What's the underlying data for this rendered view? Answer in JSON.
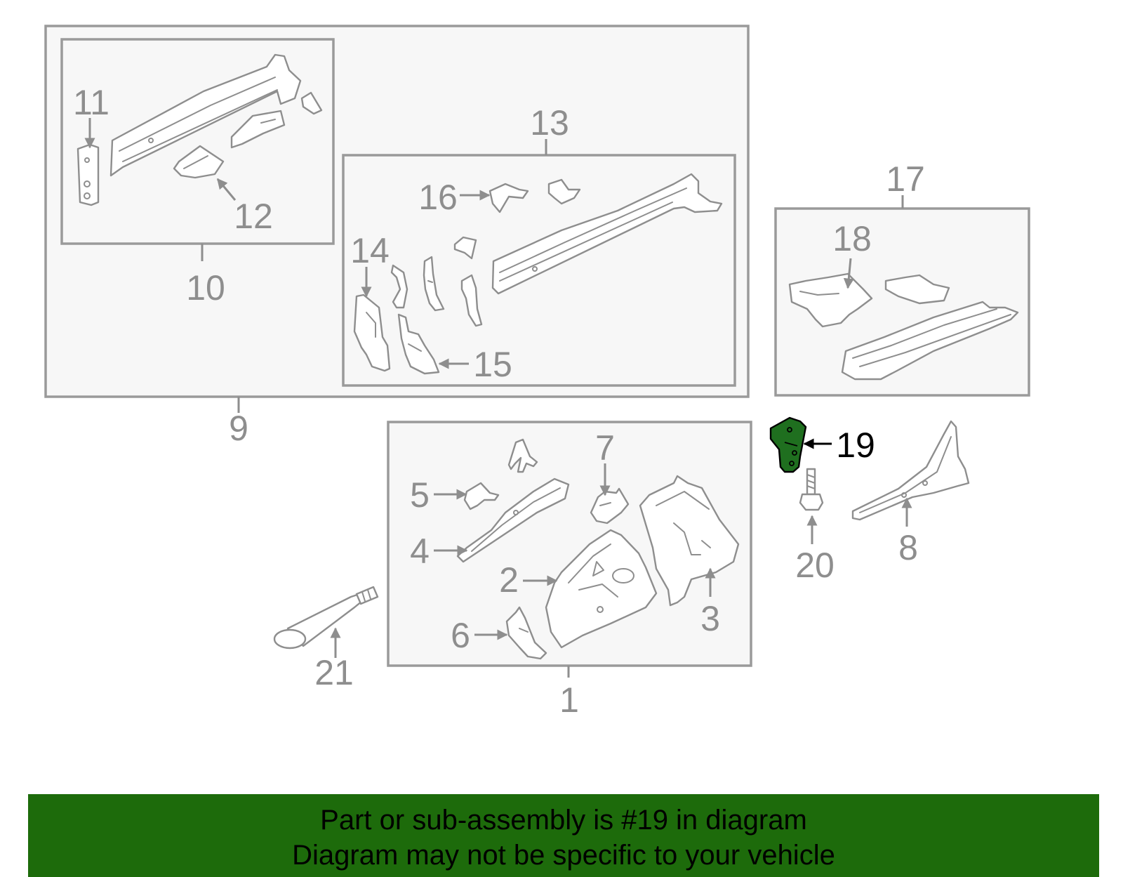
{
  "callouts": {
    "c1": "1",
    "c2": "2",
    "c3": "3",
    "c4": "4",
    "c5": "5",
    "c6": "6",
    "c7": "7",
    "c8": "8",
    "c9": "9",
    "c10": "10",
    "c11": "11",
    "c12": "12",
    "c13": "13",
    "c14": "14",
    "c15": "15",
    "c16": "16",
    "c17": "17",
    "c18": "18",
    "c19": "19",
    "c20": "20",
    "c21": "21"
  },
  "highlighted_part": "19",
  "colors": {
    "highlight": "#1f6f1f",
    "banner": "#1d6b0b",
    "parts": "#8e8e8e",
    "box_fill": "#f7f7f7"
  },
  "banner": {
    "line1": "Part or sub-assembly is #19 in diagram",
    "line2": "Diagram may not be specific to your vehicle"
  }
}
